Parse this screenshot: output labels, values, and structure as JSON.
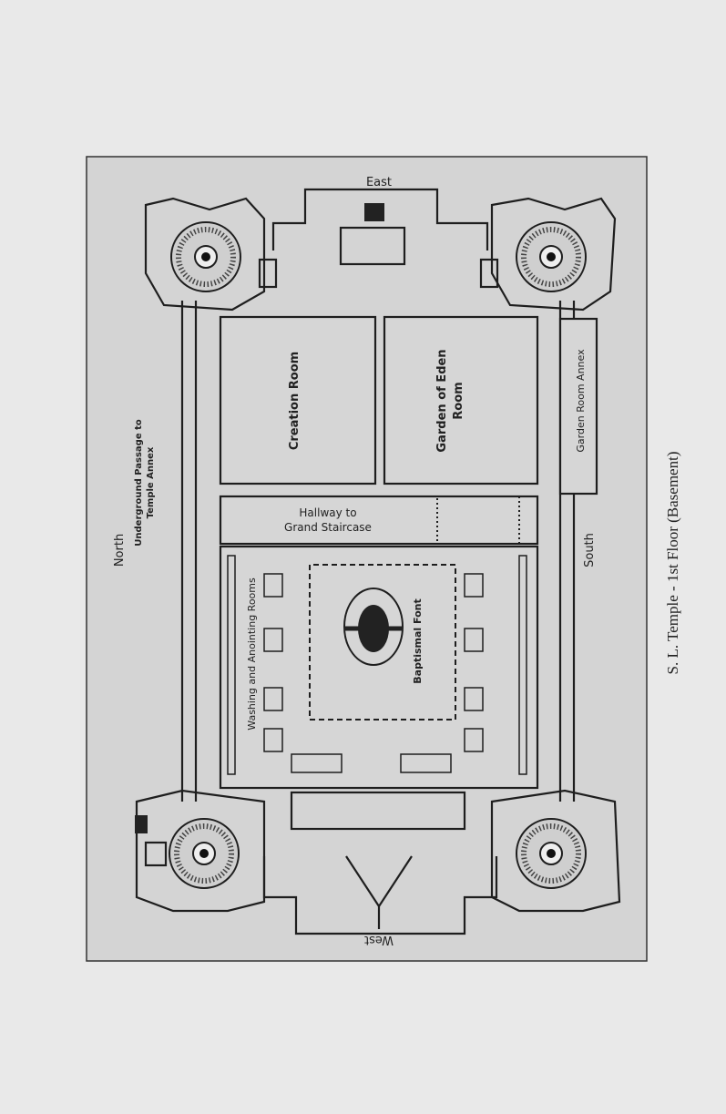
{
  "plan": {
    "labels": {
      "east": "East",
      "west": "West",
      "north": "North",
      "south": "South",
      "underground_1": "Underground Passage to",
      "underground_2": "Temple Annex",
      "creation_room": "Creation Room",
      "garden_1": "Garden of Eden",
      "garden_2": "Room",
      "garden_annex": "Garden Room Annex",
      "hallway_1": "Hallway to",
      "hallway_2": "Grand Staircase",
      "washing": "Washing and Anointing Rooms",
      "font": "Baptismal Font"
    }
  },
  "caption": "S. L. Temple - 1st Floor (Basement)"
}
